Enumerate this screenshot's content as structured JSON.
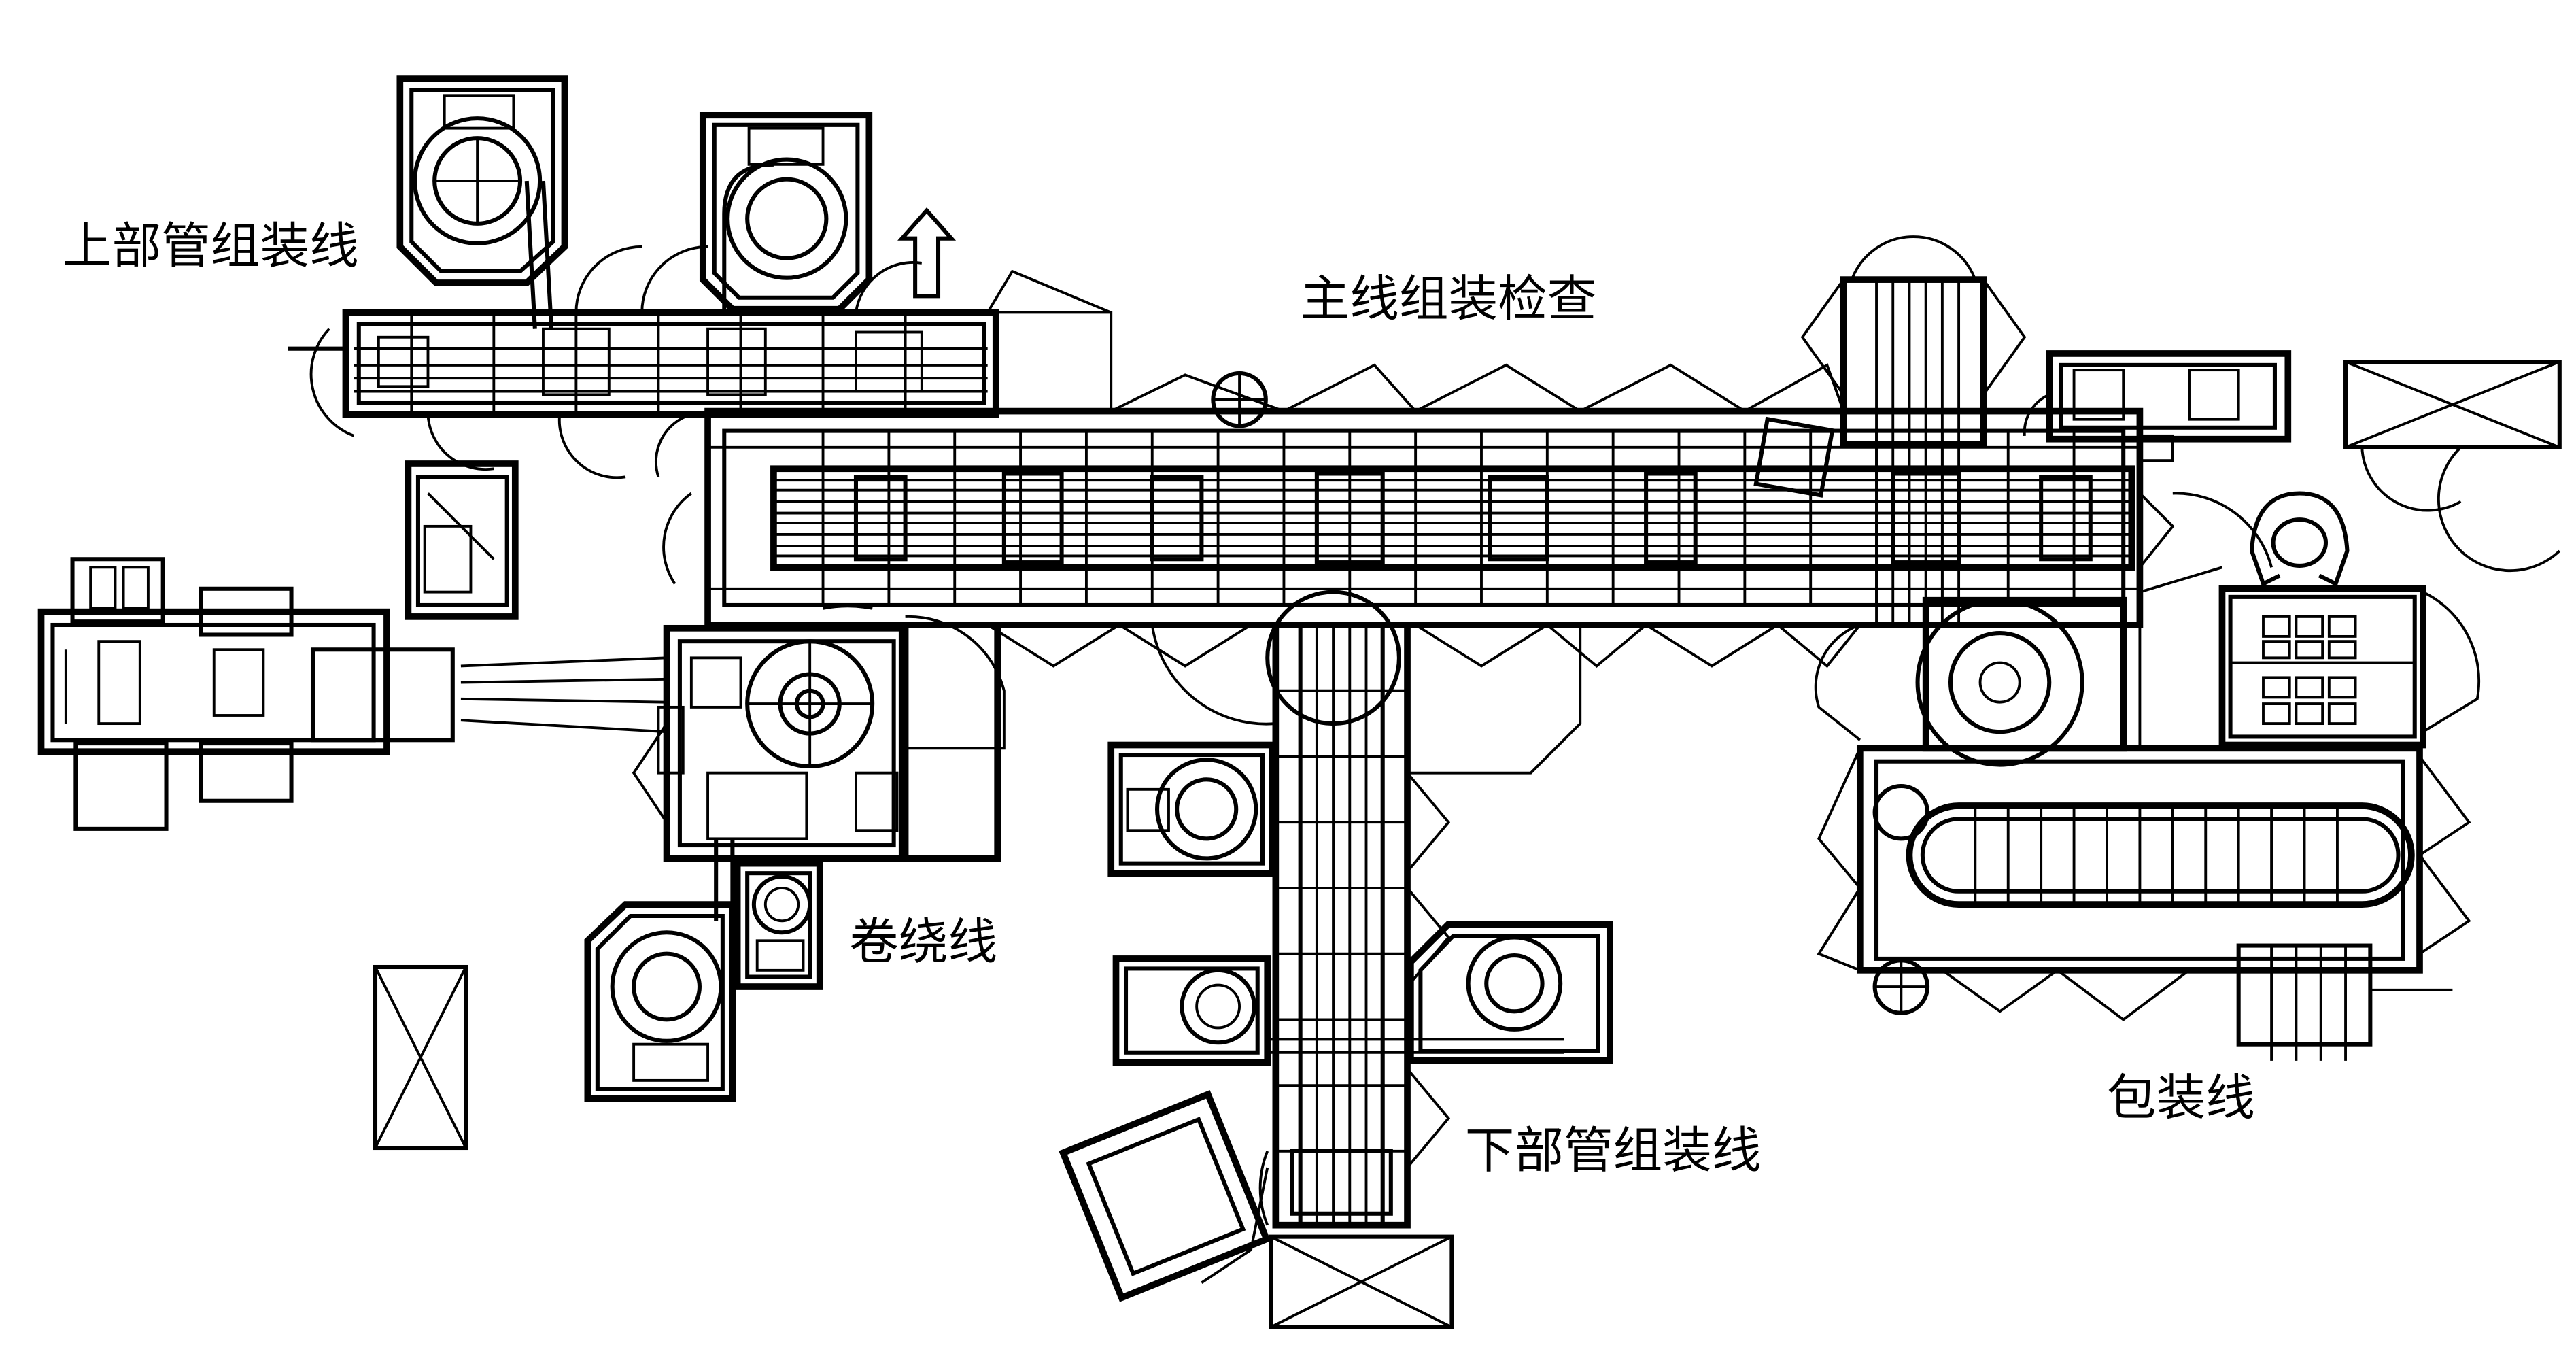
{
  "diagram": {
    "title": "",
    "line_color": "#000000",
    "background": "#ffffff",
    "labels": {
      "upper_tube_line": "上部管组装线",
      "main_line": "主线组装检查",
      "winding_line": "卷绕线",
      "lower_tube_line": "下部管组装线",
      "packaging_line": "包装线"
    },
    "icons": [
      "flow-arrow-up-icon",
      "operator-icon",
      "crossed-box-icon"
    ]
  }
}
